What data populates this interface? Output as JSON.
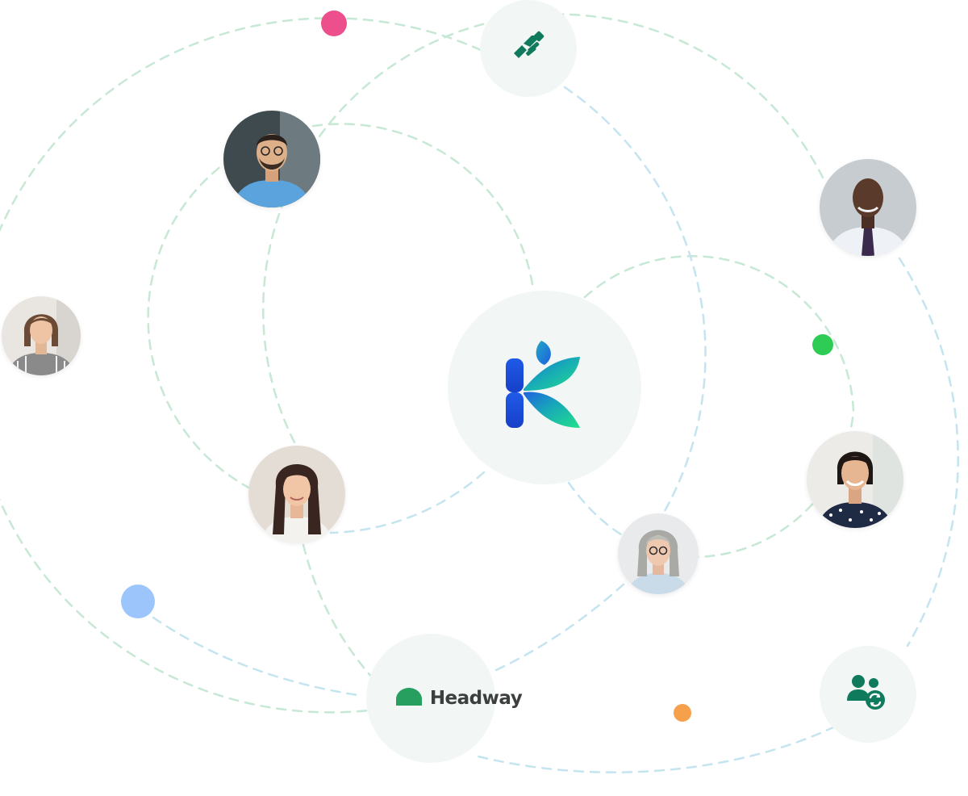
{
  "brand": {
    "center_logo_icon": "kinship-k-logo-icon",
    "partner_name": "Headway",
    "partner_logo_icon": "headway-dome-icon"
  },
  "feature_icons": [
    "handshake-icon",
    "users-sync-icon"
  ],
  "avatars": [
    "man-blue-shirt",
    "woman-striped-top",
    "man-suit-tie",
    "woman-dark-hair",
    "woman-gray-hair",
    "woman-polka-dot"
  ],
  "colors": {
    "node_background": "#f2f7f5",
    "orbit_green": "#bfe6cf",
    "orbit_blue": "#bfe3ee",
    "accent_teal": "#0f7a5c",
    "dot_pink": "#ec4f8b",
    "dot_green": "#2ecc55",
    "dot_blue": "#9cc6fb",
    "dot_orange": "#f7a04b"
  }
}
